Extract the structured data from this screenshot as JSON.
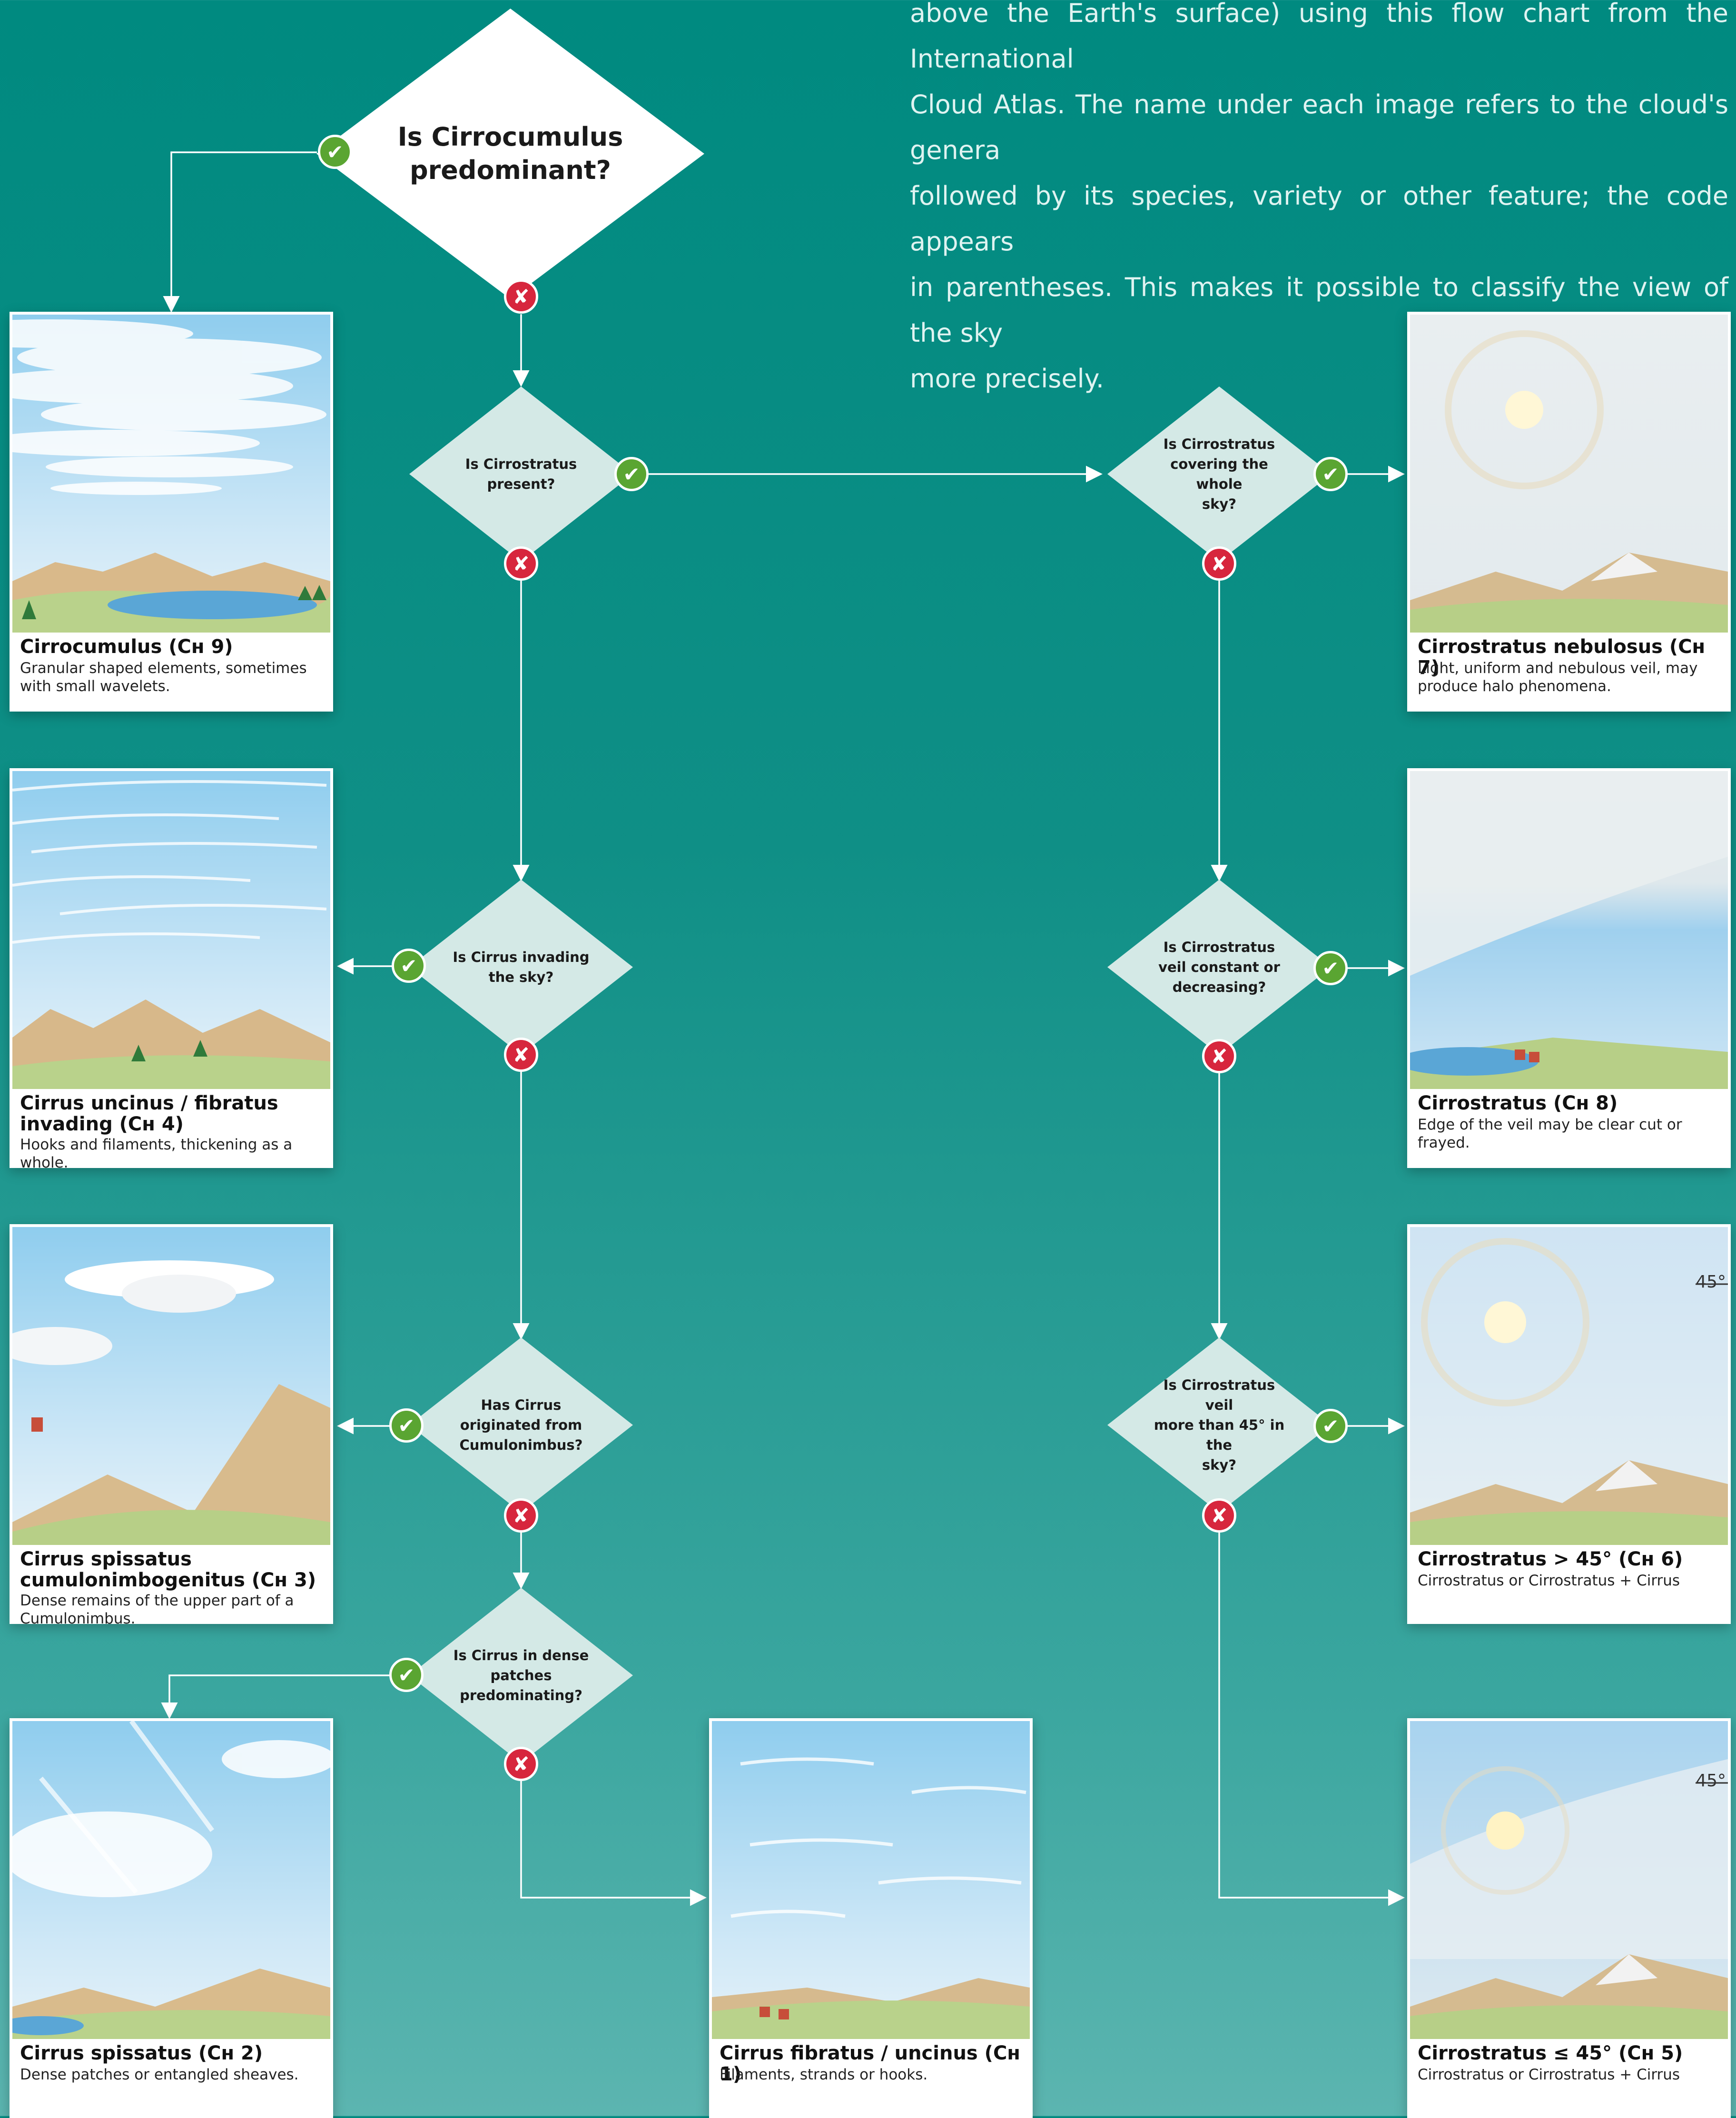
{
  "intro": {
    "lines": [
      "above the Earth's surface) using this flow chart from the International",
      "Cloud Atlas. The name under each image refers to the cloud's genera",
      "followed by its species, variety or other feature; the code appears",
      "in parentheses. This makes it possible to classify the view of the sky",
      "more precisely."
    ]
  },
  "questions": {
    "q1": [
      "Is Cirrocumulus",
      "predominant?"
    ],
    "q2": [
      "Is Cirrostratus",
      "present?"
    ],
    "q3": [
      "Is Cirrus invading",
      "the sky?"
    ],
    "q4": [
      "Has Cirrus",
      "originated from",
      "Cumulonimbus?"
    ],
    "q5": [
      "Is Cirrus in dense",
      "patches predominating?"
    ],
    "q6": [
      "Is Cirrostratus",
      "covering the whole",
      "sky?"
    ],
    "q7": [
      "Is Cirrostratus",
      "veil constant or",
      "decreasing?"
    ],
    "q8": [
      "Is Cirrostratus veil",
      "more than 45° in the",
      "sky?"
    ]
  },
  "icons": {
    "yes": "check-icon",
    "no": "cross-icon",
    "yes_glyph": "✔",
    "no_glyph": "✘"
  },
  "colors": {
    "yes": "#5aa532",
    "no": "#d7263d",
    "background": "#008a80",
    "question_fill": "#d4e9e6"
  },
  "cards": {
    "ch9": {
      "title": [
        "Cirrocumulus (Cʜ 9)"
      ],
      "desc": [
        "Granular shaped elements, sometimes",
        "with small wavelets."
      ]
    },
    "ch4": {
      "title": [
        "Cirrus uncinus / fibratus",
        "invading (Cʜ 4)"
      ],
      "desc": [
        "Hooks and filaments, thickening as a",
        "whole."
      ]
    },
    "ch3": {
      "title": [
        "Cirrus spissatus",
        "cumulonimbogenitus (Cʜ 3)"
      ],
      "desc": [
        "Dense remains of the upper part of a",
        "Cumulonimbus."
      ]
    },
    "ch2": {
      "title": [
        "Cirrus spissatus (Cʜ 2)"
      ],
      "desc": [
        "Dense patches or entangled sheaves."
      ]
    },
    "ch1": {
      "title": [
        "Cirrus fibratus / uncinus (Cʜ 1)"
      ],
      "desc": [
        "Filaments, strands or hooks."
      ]
    },
    "ch7": {
      "title": [
        "Cirrostratus nebulosus (Cʜ 7)"
      ],
      "desc": [
        "Light, uniform and nebulous veil, may",
        "produce halo phenomena."
      ]
    },
    "ch8": {
      "title": [
        "Cirrostratus (Cʜ 8)"
      ],
      "desc": [
        "Edge of the veil may be clear cut or",
        "frayed."
      ]
    },
    "ch6": {
      "title": [
        "Cirrostratus > 45° (Cʜ 6)"
      ],
      "desc": [
        "Cirrostratus or Cirrostratus + Cirrus"
      ],
      "angle": "45°"
    },
    "ch5": {
      "title": [
        "Cirrostratus ≤ 45° (Cʜ 5)"
      ],
      "desc": [
        "Cirrostratus or Cirrostratus + Cirrus"
      ],
      "angle": "45°"
    }
  }
}
